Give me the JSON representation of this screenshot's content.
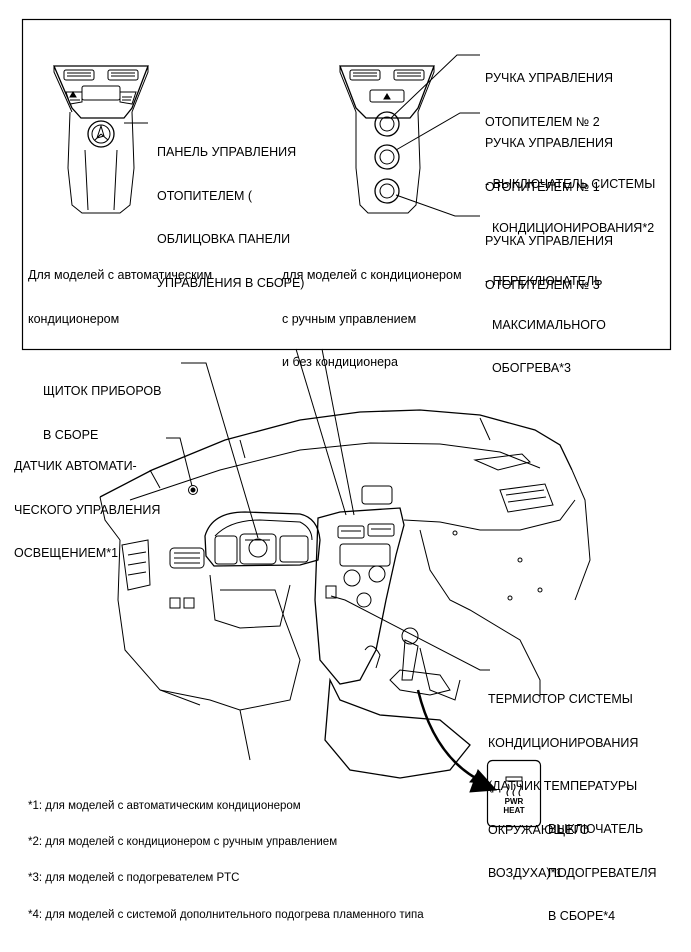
{
  "inset": {
    "left_caption": [
      "Для моделей с автоматическим",
      "кондиционером"
    ],
    "middle_caption": [
      "для моделей с кондиционером",
      "с ручным управлением",
      "и без кондиционера"
    ],
    "panel_label": [
      "ПАНЕЛЬ УПРАВЛЕНИЯ",
      "ОТОПИТЕЛЕМ (",
      "ОБЛИЦОВКА ПАНЕЛИ",
      "УПРАВЛЕНИЯ В СБОРЕ)"
    ],
    "knob2_label": [
      "РУЧКА УПРАВЛЕНИЯ",
      "ОТОПИТЕЛЕМ № 2"
    ],
    "knob1_label": [
      "РУЧКА УПРАВЛЕНИЯ",
      "ОТОПИТЕЛЕМ № 1"
    ],
    "ac_switch_label": [
      "- ВЫКЛЮЧАТЕЛЬ СИСТЕМЫ",
      "  КОНДИЦИОНИРОВАНИЯ*2"
    ],
    "knob3_label": [
      "РУЧКА УПРАВЛЕНИЯ",
      "ОТОПИТЕЛЕМ № 3"
    ],
    "max_heat_label": [
      "- ПЕРЕКЛЮЧАТЕЛЬ",
      "  МАКСИМАЛЬНОГО",
      "  ОБОГРЕВА*3"
    ]
  },
  "main": {
    "cluster_label": [
      "ЩИТОК ПРИБОРОВ",
      "В СБОРЕ"
    ],
    "light_sensor_label": [
      "ДАТЧИК АВТОМАТИ-",
      "ЧЕСКОГО УПРАВЛЕНИЯ",
      "ОСВЕЩЕНИЕМ*1"
    ],
    "thermistor_label": [
      "ТЕРМИСТОР СИСТЕМЫ",
      "КОНДИЦИОНИРОВАНИЯ",
      "(ДАТЧИК ТЕМПЕРАТУРЫ",
      "ОКРУЖАЮЩЕГО",
      "ВОЗДУХА)*1"
    ],
    "heater_switch_label": [
      "ВЫКЛЮЧАТЕЛЬ",
      "ПОДОГРЕВАТЕЛЯ",
      "В СБОРЕ*4"
    ],
    "switch_text": [
      "PWR",
      "HEAT"
    ]
  },
  "footnotes": [
    "*1: для моделей с автоматическим кондиционером",
    "*2: для моделей с кондиционером с ручным управлением",
    "*3: для моделей с подогревателем PTC",
    "*4: для моделей с системой дополнительного подогрева пламенного типа"
  ]
}
